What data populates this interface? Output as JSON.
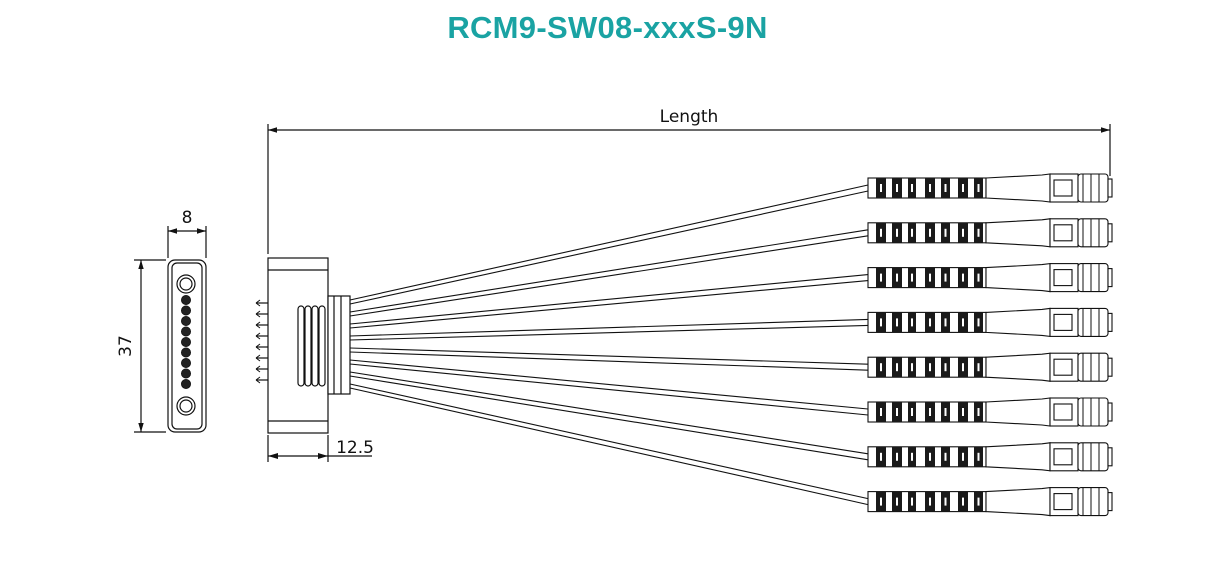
{
  "title": "RCM9-SW08-xxxS-9N",
  "colors": {
    "title": "#1aa3a3",
    "line": "#111111",
    "fill": "#ffffff"
  },
  "dimensions": {
    "length_label": "Length",
    "width_label": "8",
    "height_label": "37",
    "depth_label": "12.5"
  },
  "diagram": {
    "cable_count": 8,
    "front_view_contacts": 9
  }
}
